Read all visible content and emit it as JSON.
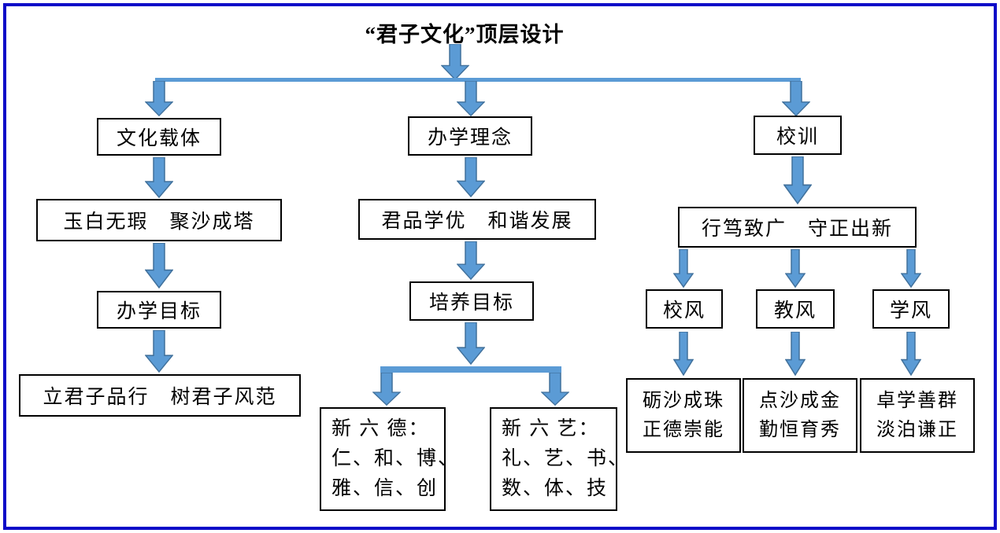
{
  "title": "“君子文化”顶层设计",
  "colors": {
    "frame_border": "#0d0bc8",
    "arrow_fill": "#5b9bd5",
    "arrow_stroke": "#41719c",
    "box_border": "#000000",
    "text": "#000000"
  },
  "icons": {
    "arrow_down": "fat-arrow-down"
  },
  "left": {
    "nodes": {
      "carrier": "文化载体",
      "carrier_motto": "玉白无瑕　聚沙成塔",
      "goal": "办学目标",
      "goal_motto": "立君子品行　树君子风范"
    }
  },
  "middle": {
    "nodes": {
      "philosophy": "办学理念",
      "philosophy_motto": "君品学优　和谐发展",
      "target": "培养目标"
    },
    "leaf_virtues": {
      "l1": "新 六 德：",
      "l2": "仁、和、博、",
      "l3": "雅、信、创"
    },
    "leaf_arts": {
      "l1": "新 六 艺：",
      "l2": "礼、艺、书、",
      "l3": "数、体、技"
    }
  },
  "right": {
    "nodes": {
      "motto": "校训",
      "motto_text": "行笃致广　守正出新",
      "school_ethos": "校风",
      "teaching_ethos": "教风",
      "learning_ethos": "学风"
    },
    "leaf_school": {
      "l1": "砺沙成珠",
      "l2": "正德崇能"
    },
    "leaf_teaching": {
      "l1": "点沙成金",
      "l2": "勤恒育秀"
    },
    "leaf_learning": {
      "l1": "卓学善群",
      "l2": "淡泊谦正"
    }
  }
}
